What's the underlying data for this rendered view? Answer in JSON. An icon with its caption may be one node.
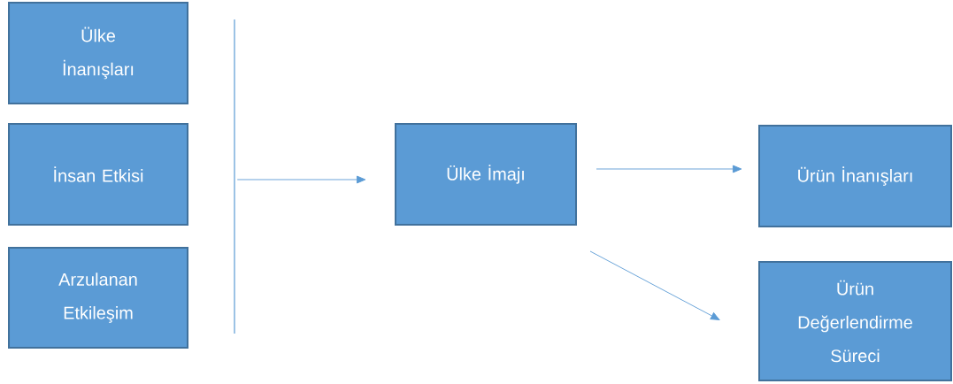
{
  "diagram": {
    "nodes": [
      {
        "text": [
          "Ülke İnanışları"
        ]
      },
      {
        "text": [
          "İnsan Etkisi"
        ]
      },
      {
        "text": [
          "Arzulanan Etkileşim"
        ]
      },
      {
        "text": [],
        "shape": "bar"
      },
      {
        "text": [
          "Ülke İmajı"
        ]
      },
      {
        "text": [
          "Ürün İnanışları"
        ]
      },
      {
        "text": [
          "Ürün Değerlendirme Süreci"
        ]
      }
    ],
    "edges": [
      {
        "from": 3,
        "to": 4,
        "arrow": "to"
      },
      {
        "from": 4,
        "to": 5,
        "arrow": "to"
      },
      {
        "from": 4,
        "to": 6,
        "arrow": "to"
      }
    ]
  }
}
